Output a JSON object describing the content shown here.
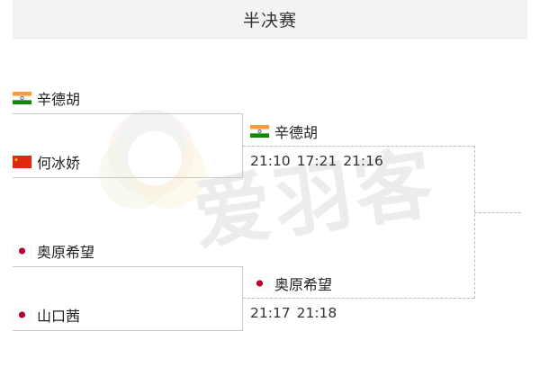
{
  "header": {
    "title": "半决赛"
  },
  "semi1": {
    "player_top": {
      "name": "辛德胡",
      "flag": "india-flag"
    },
    "player_bottom": {
      "name": "何冰娇",
      "flag": "china-flag"
    }
  },
  "semi2": {
    "player_top": {
      "name": "奥原希望",
      "flag": "japan-flag"
    },
    "player_bottom": {
      "name": "山口茜",
      "flag": "japan-flag"
    }
  },
  "final": {
    "winner_top": {
      "name": "辛德胡",
      "flag": "india-flag",
      "score": "21:10  17:21  21:16"
    },
    "winner_bottom": {
      "name": "奥原希望",
      "flag": "japan-flag",
      "score": "21:17  21:18"
    }
  },
  "watermark": {
    "text": "爱羽客"
  },
  "colors": {
    "header_bg": "#f3f3f3",
    "bracket_line": "#c8c8c8",
    "dashed_line": "#bdbdbd"
  }
}
